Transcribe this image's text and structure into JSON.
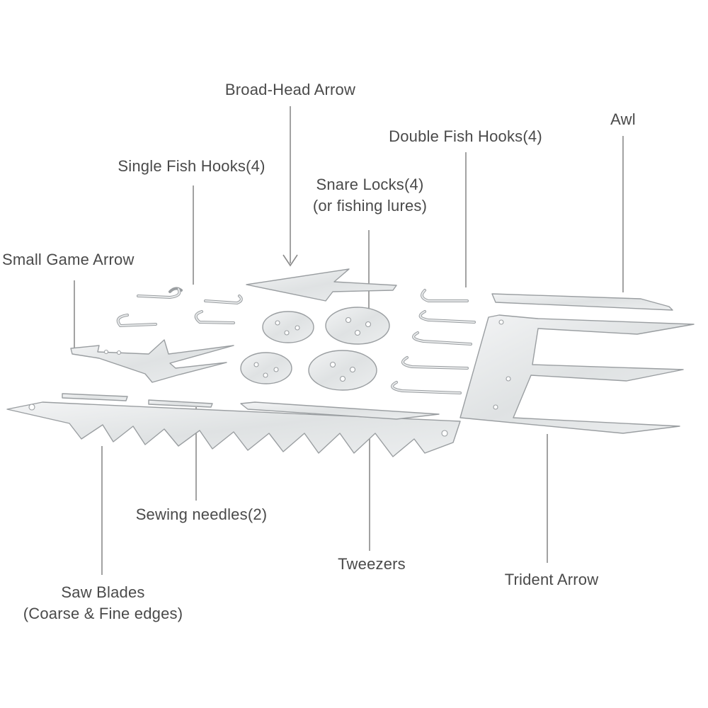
{
  "labels": {
    "broad_head_arrow": "Broad-Head Arrow",
    "awl": "Awl",
    "double_fish_hooks": "Double Fish Hooks(4)",
    "single_fish_hooks": "Single Fish Hooks(4)",
    "snare_locks_line1": "Snare Locks(4)",
    "snare_locks_line2": "(or fishing lures)",
    "small_game_arrow": "Small Game Arrow",
    "sewing_needles": "Sewing needles(2)",
    "tweezers": "Tweezers",
    "trident_arrow": "Trident Arrow",
    "saw_blades_line1": "Saw Blades",
    "saw_blades_line2": "(Coarse & Fine edges)"
  },
  "colors": {
    "label_text": "#4a4a4a",
    "leader_line": "#8a8a8a",
    "metal_fill": "#e6e8e9",
    "metal_edge": "#9a9ea1"
  }
}
